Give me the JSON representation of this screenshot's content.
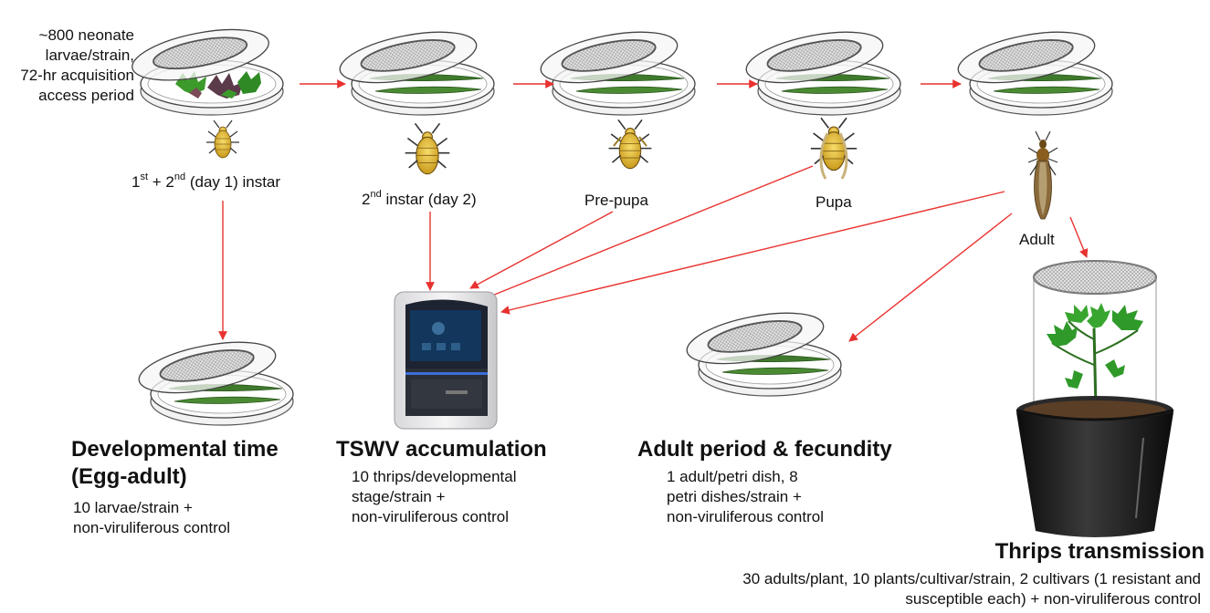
{
  "start_note": [
    "~800 neonate",
    "larvae/strain,",
    "72-hr acquisition",
    "access period"
  ],
  "stages": {
    "s1": {
      "base": "1",
      "sup": "st",
      "mid": " + 2",
      "sup2": "nd",
      "rest": " (day 1) instar"
    },
    "s2": {
      "base": "2",
      "sup": "nd",
      "rest": " instar (day 2)"
    },
    "s3": "Pre-pupa",
    "s4": "Pupa",
    "s5": "Adult"
  },
  "outcomes": {
    "dev": {
      "title": [
        "Developmental time",
        "(Egg-adult)"
      ],
      "desc": [
        "10 larvae/strain +",
        "non-viruliferous control"
      ]
    },
    "tswv": {
      "title": [
        "TSWV accumulation"
      ],
      "desc": [
        "10 thrips/developmental",
        "stage/strain +",
        "non-viruliferous control"
      ]
    },
    "adult": {
      "title": [
        "Adult period & fecundity"
      ],
      "desc": [
        "1 adult/petri dish, 8",
        "petri dishes/strain +",
        "non-viruliferous control"
      ]
    },
    "trans": {
      "title": [
        "Thrips transmission"
      ],
      "desc": [
        "30 adults/plant, 10 plants/cultivar/strain, 2 cultivars (1 resistant and",
        "susceptible each) + non-viruliferous control"
      ]
    }
  },
  "colors": {
    "arrow": "#e8322f",
    "bean": "#3f7a2c",
    "leaf": "#2f9a2a",
    "pot": "#1b1b1b"
  }
}
